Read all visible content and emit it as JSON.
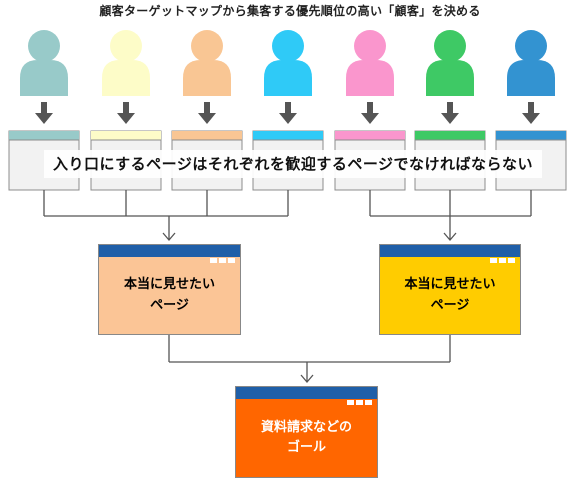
{
  "title": "顧客ターゲットマップから集客する優先順位の高い「顧客」を決める",
  "visitors": [
    {
      "color": "#98cac9"
    },
    {
      "color": "#fdfcc8"
    },
    {
      "color": "#f9c694"
    },
    {
      "color": "#2fcaf7"
    },
    {
      "color": "#fa96cd"
    },
    {
      "color": "#3ec965"
    },
    {
      "color": "#3393d1"
    }
  ],
  "entry_banner": "入り口にするページはそれぞれを歓迎するページでなければならない",
  "targets": [
    {
      "label": "本当に見せたい\nページ",
      "color": "#fbc596"
    },
    {
      "label": "本当に見せたい\nページ",
      "color": "#ffcc00"
    }
  ],
  "goal": {
    "label": "資料請求などの\nゴール",
    "color": "#ff6600",
    "text_color": "#ffffff"
  },
  "colors": {
    "arrow": "#555555",
    "connector": "#555555",
    "page_body": "#f2f2f2",
    "page_border": "#8c8c8c",
    "window_titlebar": "#1f5fa8"
  }
}
